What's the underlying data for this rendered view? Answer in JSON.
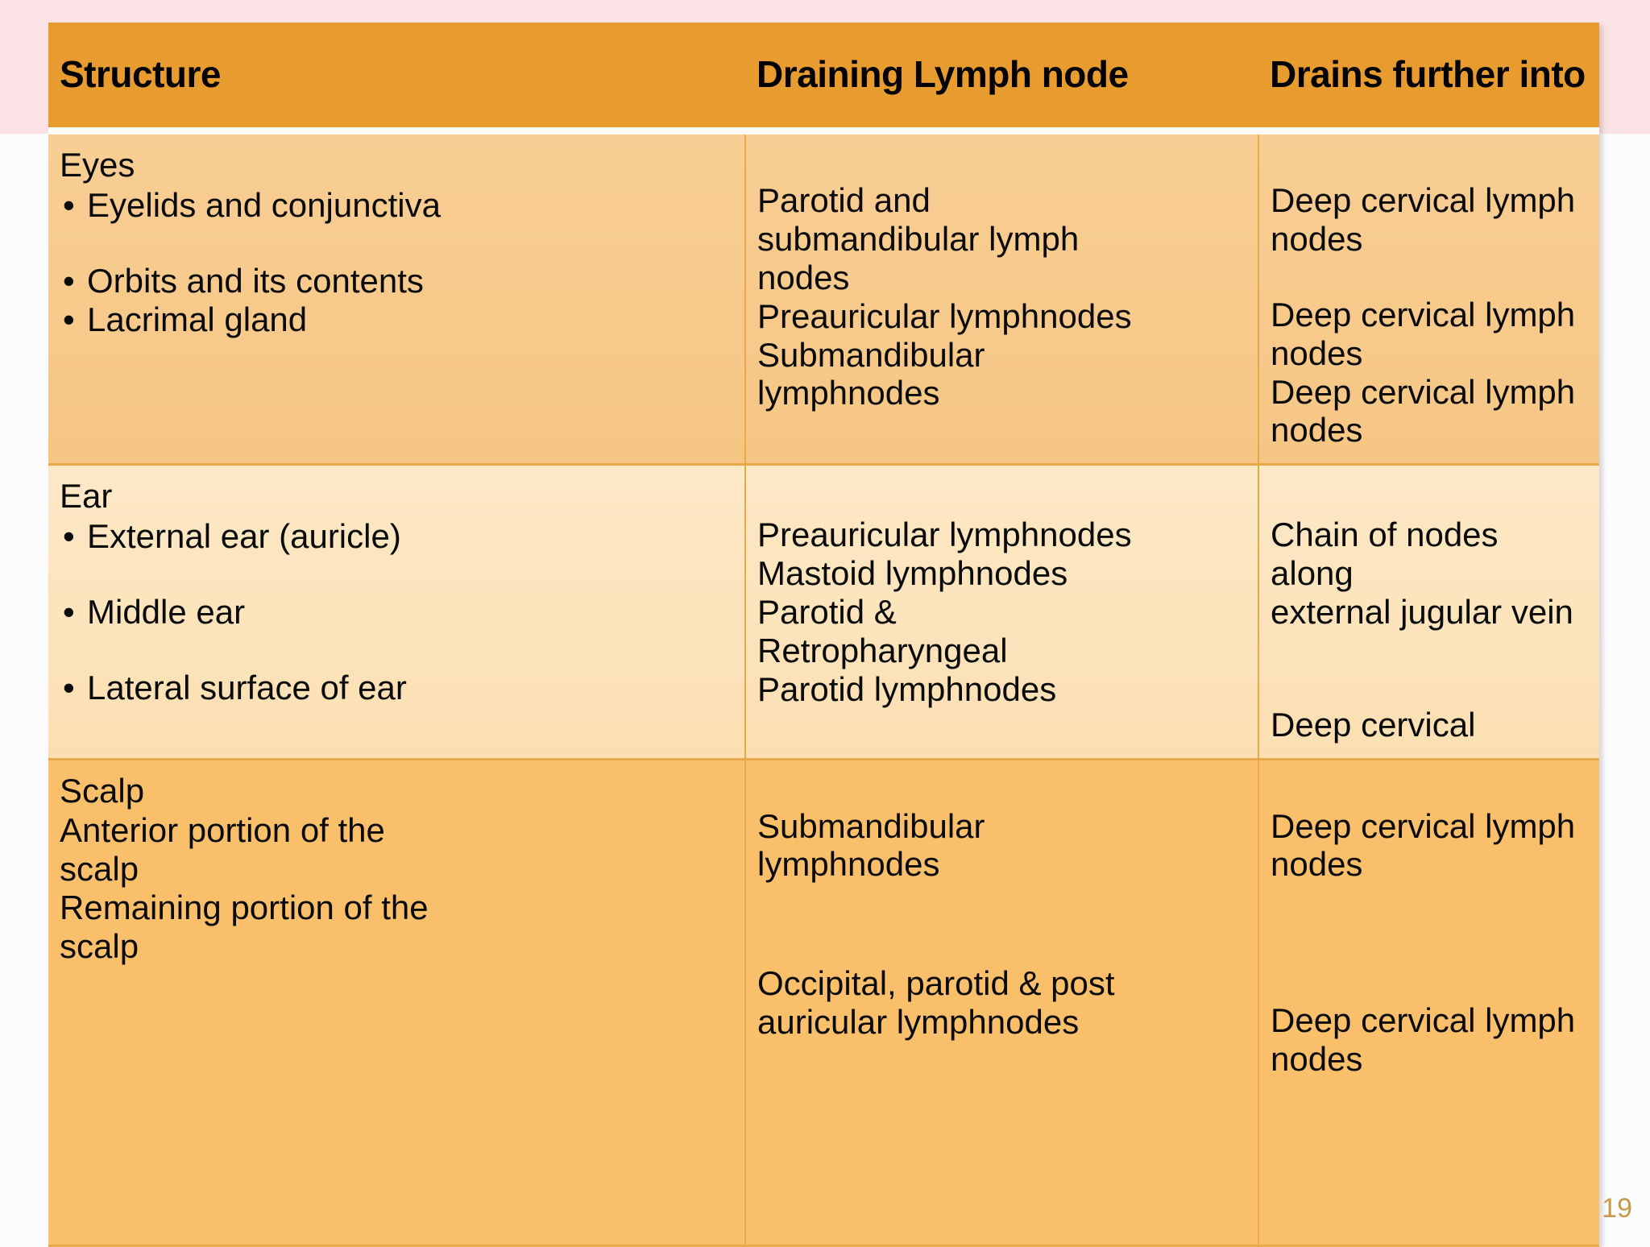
{
  "slide": {
    "page_number": "19",
    "background_band_color": "#FBE2E4",
    "background_body_color": "#FCFBFD"
  },
  "table": {
    "header_bg": "#E89B2E",
    "row_colors": [
      "#F8CE94",
      "#FDE8C6",
      "#F9BF6B"
    ],
    "border_color": "#E8A94A",
    "columns": [
      "Structure",
      "Draining Lymph node",
      "Drains further into"
    ],
    "rows": [
      {
        "id": "eyes",
        "structure_title": "Eyes",
        "structure_bullets": [
          "Eyelids and conjunctiva",
          "Orbits and its contents",
          "Lacrimal gland"
        ],
        "draining_lines": [
          "Parotid and",
          "submandibular lymph",
          "nodes",
          "Preauricular lymphnodes",
          "Submandibular",
          "lymphnodes"
        ],
        "drains_further_lines": [
          "Deep cervical lymph",
          "nodes",
          "Deep cervical lymph",
          "nodes",
          "Deep cervical lymph",
          "nodes"
        ]
      },
      {
        "id": "ear",
        "structure_title": "Ear",
        "structure_bullets": [
          "External ear (auricle)",
          "Middle ear",
          "Lateral surface of ear"
        ],
        "draining_lines": [
          "Preauricular lymphnodes",
          "Mastoid lymphnodes",
          "Parotid &",
          "Retropharyngeal",
          "Parotid lymphnodes"
        ],
        "drains_further_lines": [
          "Chain of nodes along",
          "external jugular vein",
          "Deep cervical"
        ]
      },
      {
        "id": "scalp",
        "structure_title": "Scalp",
        "structure_lines": [
          "Anterior portion of the",
          "scalp",
          "Remaining portion of the",
          "scalp"
        ],
        "draining_lines": [
          "Submandibular",
          "lymphnodes",
          "Occipital, parotid & post",
          "auricular lymphnodes"
        ],
        "drains_further_lines": [
          "Deep cervical lymph",
          "nodes",
          "Deep cervical lymph",
          "nodes"
        ]
      }
    ]
  }
}
